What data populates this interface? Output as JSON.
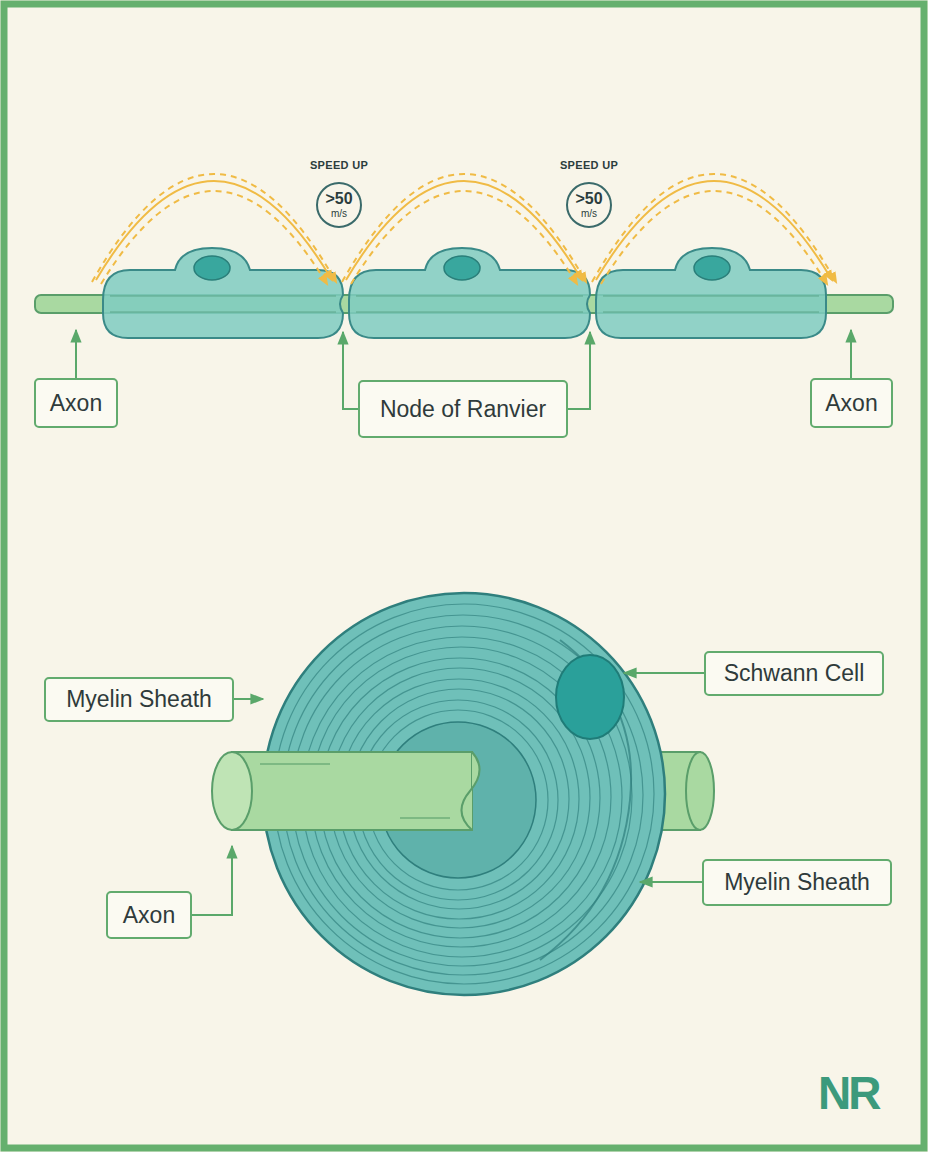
{
  "diagram": {
    "nodes": [
      {
        "text": [
          "SPEED UP",
          ">50",
          "m/s"
        ]
      },
      {
        "text": [
          "SPEED UP",
          ">50",
          "m/s"
        ]
      },
      {
        "text": [
          "Axon"
        ]
      },
      {
        "text": [
          "Node of Ranvier"
        ]
      },
      {
        "text": [
          "Axon"
        ]
      },
      {
        "text": [
          "Myelin Sheath"
        ]
      },
      {
        "text": [
          "Schwann Cell"
        ]
      },
      {
        "text": [
          "Axon"
        ]
      },
      {
        "text": [
          "Myelin Sheath"
        ]
      }
    ],
    "labels": [
      "NR"
    ]
  }
}
